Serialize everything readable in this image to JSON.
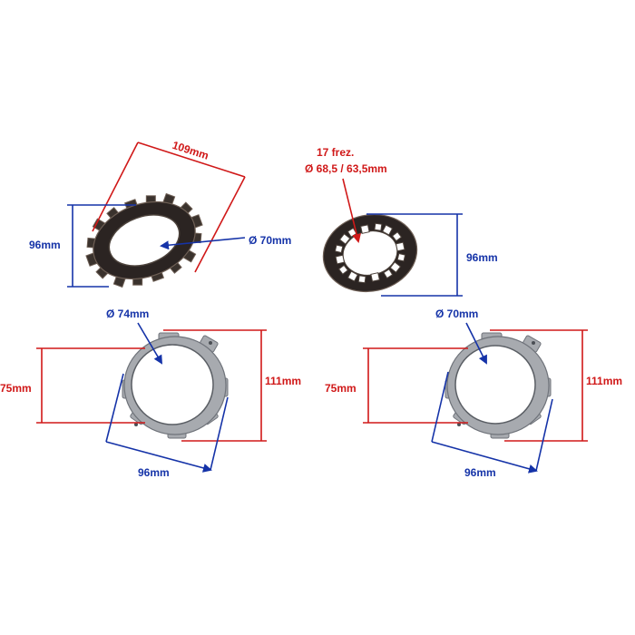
{
  "colors": {
    "dimension_blue": "#1533a8",
    "dimension_red": "#d01818",
    "friction_plate": "#2b2422",
    "friction_plate_edge": "#6e5f55",
    "steel_plate": "#a7aaaf",
    "steel_plate_edge": "#6f737a",
    "background": "#ffffff"
  },
  "parts": [
    {
      "name": "friction-plate-outer-tabs",
      "labels": {
        "width": "109mm",
        "height": "96mm",
        "inner_diameter": "Ø 70mm"
      }
    },
    {
      "name": "friction-plate-inner-teeth",
      "labels": {
        "splines": "17 frez.",
        "spline_diameters": "Ø 68,5 / 63,5mm",
        "height": "96mm"
      }
    },
    {
      "name": "steel-plate-left",
      "labels": {
        "inner_diameter": "Ø 74mm",
        "inner_height": "75mm",
        "outer_height": "111mm",
        "width": "96mm"
      }
    },
    {
      "name": "steel-plate-right",
      "labels": {
        "inner_diameter": "Ø 70mm",
        "inner_height": "75mm",
        "outer_height": "111mm",
        "width": "96mm"
      }
    }
  ]
}
